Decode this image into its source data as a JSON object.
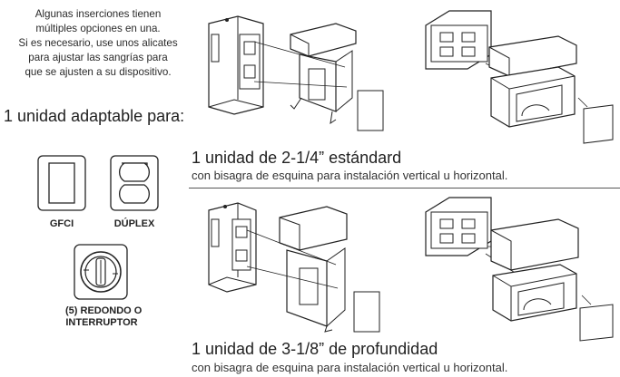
{
  "intro": {
    "line1": "Algunas inserciones tienen",
    "line2": "múltiples opciones en una.",
    "line3": "Si es necesario, use unos alicates",
    "line4": "para ajustar las sangrías para",
    "line5": "que se ajusten a su dispositivo."
  },
  "adaptable_heading": "1 unidad adaptable para:",
  "inserts": {
    "gfci": "GFCI",
    "duplex": "DÚPLEX",
    "round_line1": "(5) REDONDO O",
    "round_line2": "INTERRUPTOR"
  },
  "option_standard": {
    "title": "1 unidad de 2-1/4” estándard",
    "subtitle": "con bisagra de esquina para instalación vertical u horizontal."
  },
  "option_deep": {
    "title": "1 unidad de 3-1/8” de profundidad",
    "subtitle": "con bisagra de esquina para instalación vertical u horizontal."
  }
}
